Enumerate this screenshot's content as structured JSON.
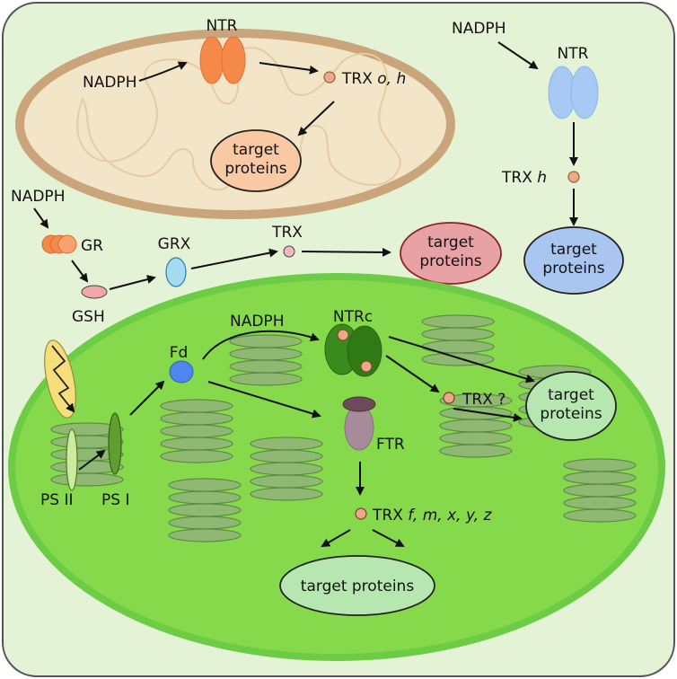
{
  "mitochondrion": {
    "nadph": "NADPH",
    "ntr": "NTR",
    "trx_prefix": "TRX ",
    "trx_variants": "o, h",
    "target_line1": "target",
    "target_line2": "proteins"
  },
  "cytosol": {
    "nadph": "NADPH",
    "ntr": "NTR",
    "trx_prefix": "TRX ",
    "trx_variant": "h",
    "target_line1": "target",
    "target_line2": "proteins"
  },
  "glutathione_path": {
    "nadph": "NADPH",
    "gr": "GR",
    "gsh": "GSH",
    "grx": "GRX",
    "trx": "TRX",
    "target_line1": "target",
    "target_line2": "proteins"
  },
  "chloroplast": {
    "nadph": "NADPH",
    "ntrc": "NTRc",
    "fd": "Fd",
    "ftr": "FTR",
    "ps2": "PS II",
    "ps1": "PS I",
    "trx_unknown": "TRX ?",
    "trx_prefix": "TRX ",
    "trx_variants": "f, m, x, y, z",
    "ntrc_target_line1": "target",
    "ntrc_target_line2": "proteins",
    "bottom_target": "target proteins"
  },
  "colors": {
    "cytoplasm": "#e4f3d6",
    "mito_outer": "#caa57c",
    "mito_inner": "#f3e5c8",
    "ntr_mito": "#f5894a",
    "mito_target": "#f8c9a2",
    "cyto_ntr": "#a9c9f5",
    "cyto_target": "#a9c6f0",
    "red_target": "#e8a2a6",
    "chloroplast": "#86d94a",
    "chloroplast_edge": "#6ccc45",
    "thylakoid": "#8fb873",
    "ntrc": "#3a8a1c",
    "fd": "#4d86ef",
    "ftr_body": "#a88b9a",
    "ftr_cap": "#6b4a5a",
    "trx_dot": "#eaa98b",
    "green_target": "#b6e7b0"
  }
}
